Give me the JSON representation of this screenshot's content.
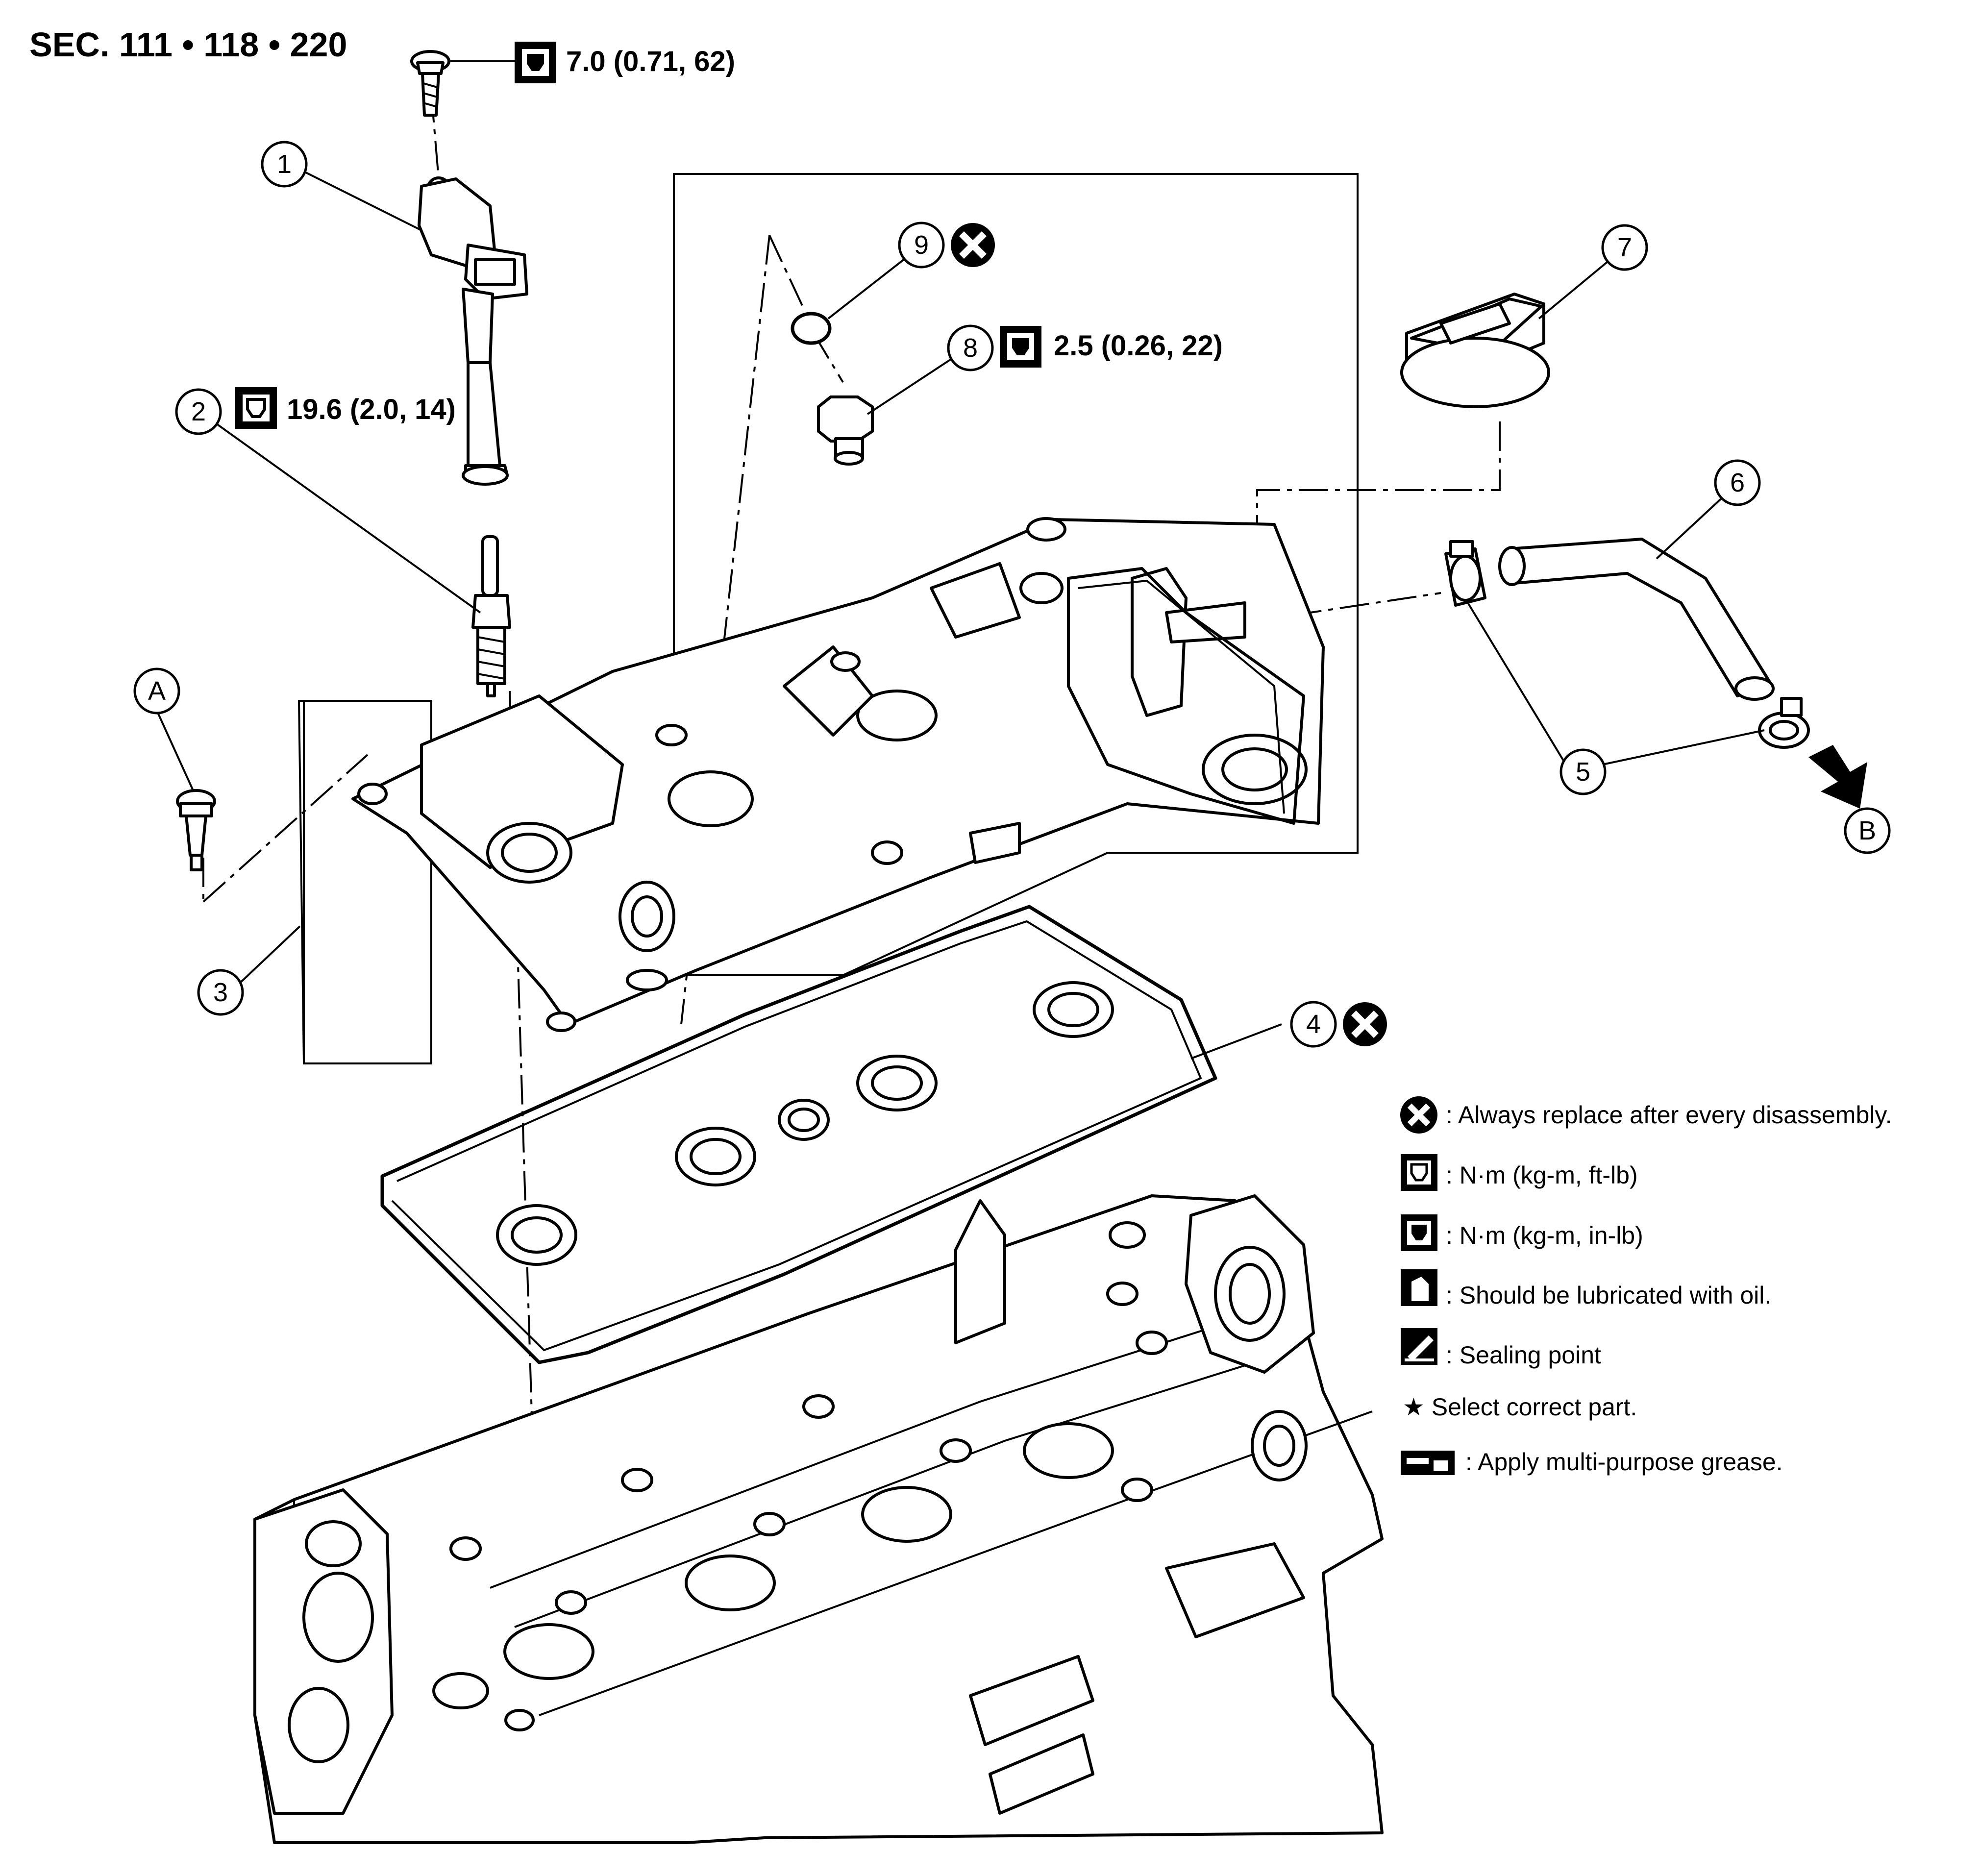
{
  "section": "SEC. 111 • 118 • 220",
  "torques": {
    "t1": "7.0 (0.71, 62)",
    "t2": "19.6 (2.0, 14)",
    "t8": "2.5 (0.26, 22)"
  },
  "callouts": {
    "c1": "1",
    "c2": "2",
    "c3": "3",
    "c4": "4",
    "c5a": "5",
    "c5b": "5",
    "c6": "6",
    "c7": "7",
    "c8": "8",
    "c9": "9",
    "cA": "A",
    "cB": "B"
  },
  "legend": {
    "replace": ": Always replace after every disassembly.",
    "nm_ftlb": ": N·m (kg-m, ft-lb)",
    "nm_inlb": ": N·m (kg-m, in-lb)",
    "oil": ": Should be lubricated with oil.",
    "seal": ": Sealing point",
    "select": "★ Select correct part.",
    "grease": ": Apply multi-purpose grease."
  },
  "icons": [
    "torque-ftlb-icon",
    "torque-inlb-icon",
    "replace-x-icon",
    "oil-can-icon",
    "sealing-icon",
    "grease-icon",
    "star-icon",
    "arrow-b-icon"
  ]
}
